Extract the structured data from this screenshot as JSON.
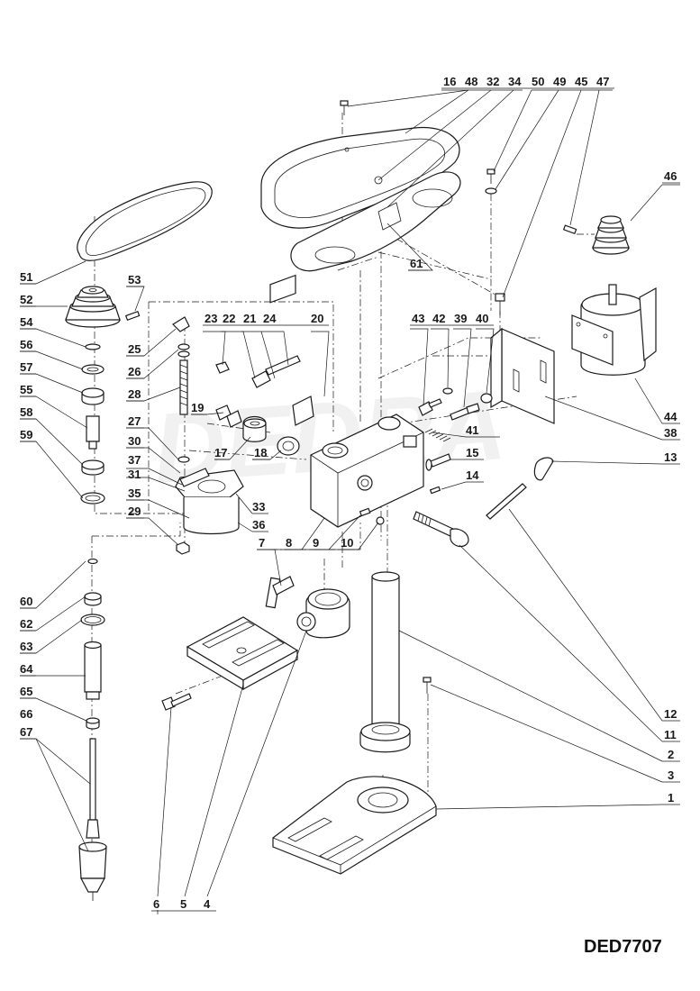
{
  "model": "DED7707",
  "watermark": "DEDRA",
  "labels": [
    {
      "id": "l16",
      "text": "16"
    },
    {
      "id": "l48",
      "text": "48"
    },
    {
      "id": "l32",
      "text": "32"
    },
    {
      "id": "l34",
      "text": "34"
    },
    {
      "id": "l50",
      "text": "50"
    },
    {
      "id": "l49",
      "text": "49"
    },
    {
      "id": "l45",
      "text": "45"
    },
    {
      "id": "l47",
      "text": "47"
    },
    {
      "id": "l46",
      "text": "46"
    },
    {
      "id": "l51",
      "text": "51"
    },
    {
      "id": "l52",
      "text": "52"
    },
    {
      "id": "l53",
      "text": "53"
    },
    {
      "id": "l54",
      "text": "54"
    },
    {
      "id": "l56",
      "text": "56"
    },
    {
      "id": "l57",
      "text": "57"
    },
    {
      "id": "l55",
      "text": "55"
    },
    {
      "id": "l58",
      "text": "58"
    },
    {
      "id": "l59",
      "text": "59"
    },
    {
      "id": "l60",
      "text": "60"
    },
    {
      "id": "l62",
      "text": "62"
    },
    {
      "id": "l63",
      "text": "63"
    },
    {
      "id": "l64",
      "text": "64"
    },
    {
      "id": "l65",
      "text": "65"
    },
    {
      "id": "l66",
      "text": "66"
    },
    {
      "id": "l67",
      "text": "67"
    },
    {
      "id": "l61",
      "text": "61"
    },
    {
      "id": "l25",
      "text": "25"
    },
    {
      "id": "l26",
      "text": "26"
    },
    {
      "id": "l28",
      "text": "28"
    },
    {
      "id": "l23",
      "text": "23"
    },
    {
      "id": "l22",
      "text": "22"
    },
    {
      "id": "l21",
      "text": "21"
    },
    {
      "id": "l24",
      "text": "24"
    },
    {
      "id": "l20",
      "text": "20"
    },
    {
      "id": "l19",
      "text": "19"
    },
    {
      "id": "l17",
      "text": "17"
    },
    {
      "id": "l18",
      "text": "18"
    },
    {
      "id": "l27",
      "text": "27"
    },
    {
      "id": "l30",
      "text": "30"
    },
    {
      "id": "l37",
      "text": "37"
    },
    {
      "id": "l31",
      "text": "31"
    },
    {
      "id": "l35",
      "text": "35"
    },
    {
      "id": "l33",
      "text": "33"
    },
    {
      "id": "l36",
      "text": "36"
    },
    {
      "id": "l29",
      "text": "29"
    },
    {
      "id": "l7",
      "text": "7"
    },
    {
      "id": "l8",
      "text": "8"
    },
    {
      "id": "l9",
      "text": "9"
    },
    {
      "id": "l10",
      "text": "10"
    },
    {
      "id": "l43",
      "text": "43"
    },
    {
      "id": "l42",
      "text": "42"
    },
    {
      "id": "l39",
      "text": "39"
    },
    {
      "id": "l40",
      "text": "40"
    },
    {
      "id": "l41",
      "text": "41"
    },
    {
      "id": "l15",
      "text": "15"
    },
    {
      "id": "l14",
      "text": "14"
    },
    {
      "id": "l13",
      "text": "13"
    },
    {
      "id": "l44",
      "text": "44"
    },
    {
      "id": "l38",
      "text": "38"
    },
    {
      "id": "l12",
      "text": "12"
    },
    {
      "id": "l11",
      "text": "11"
    },
    {
      "id": "l2",
      "text": "2"
    },
    {
      "id": "l3",
      "text": "3"
    },
    {
      "id": "l1",
      "text": "1"
    },
    {
      "id": "l6",
      "text": "6"
    },
    {
      "id": "l5",
      "text": "5"
    },
    {
      "id": "l4",
      "text": "4"
    }
  ]
}
